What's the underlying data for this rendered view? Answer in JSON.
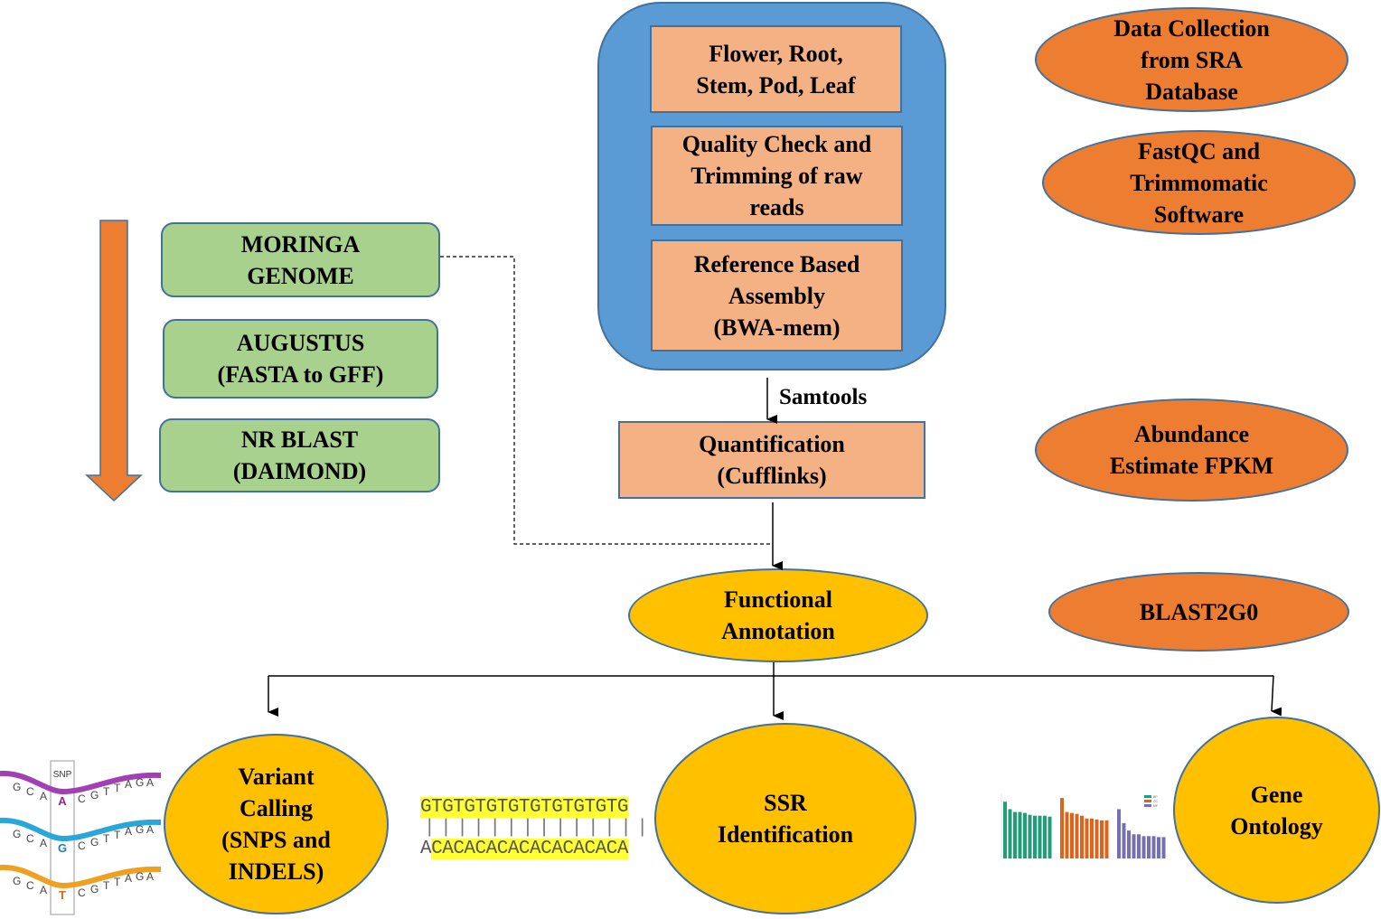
{
  "pipeline_group": {
    "steps": [
      {
        "lines": [
          "Flower, Root,",
          "Stem, Pod, Leaf"
        ]
      },
      {
        "lines": [
          "Quality Check and",
          "Trimming of raw",
          "reads"
        ]
      },
      {
        "lines": [
          "Reference Based",
          "Assembly",
          "(BWA-mem)"
        ]
      }
    ]
  },
  "samtools_label": "Samtools",
  "quantification": {
    "lines": [
      "Quantification",
      "(Cufflinks)"
    ]
  },
  "functional_annotation": {
    "lines": [
      "Functional",
      "Annotation"
    ]
  },
  "genome_steps": [
    {
      "lines": [
        "MORINGA",
        "GENOME"
      ]
    },
    {
      "lines": [
        "AUGUSTUS",
        "(FASTA to GFF)"
      ]
    },
    {
      "lines": [
        "NR BLAST",
        "(DAIMOND)"
      ]
    }
  ],
  "tools": [
    {
      "lines": [
        "Data Collection",
        "from SRA",
        "Database"
      ]
    },
    {
      "lines": [
        "FastQC and",
        "Trimmomatic",
        "Software"
      ]
    },
    {
      "lines": [
        "Abundance",
        "Estimate FPKM"
      ]
    },
    {
      "lines": [
        "BLAST2G0"
      ]
    }
  ],
  "outputs": [
    {
      "lines": [
        "Variant",
        "Calling",
        "(SNPS and",
        "INDELS)"
      ]
    },
    {
      "lines": [
        "SSR",
        "Identification"
      ]
    },
    {
      "lines": [
        "Gene",
        "Ontology"
      ]
    }
  ],
  "snp_illustration": {
    "label": "SNP",
    "prefix": [
      "G",
      "C",
      "A"
    ],
    "suffix": [
      "C",
      "G",
      "T",
      "T",
      "A",
      "G",
      "A"
    ],
    "rows": [
      {
        "base": "A",
        "color": "#8b2a8b",
        "ribbon": "#a23fb5"
      },
      {
        "base": "G",
        "color": "#2b7bb9",
        "ribbon": "#2aa6d8"
      },
      {
        "base": "T",
        "color": "#d2691e",
        "ribbon": "#f0a020"
      }
    ]
  },
  "ssr_illustration": {
    "top": "GTGTGTGTGTGTGTGTGTG",
    "bottom_prefix": "A",
    "bottom": "CACACACACACACACACA",
    "ticks": "|||||||||||||||||"
  },
  "go_chart": {
    "series": [
      {
        "name": "BP",
        "color": "#1f9e77",
        "values": [
          6.1,
          5.3,
          5.0,
          5.0,
          4.9,
          4.7,
          4.6,
          4.6,
          4.6,
          4.5
        ]
      },
      {
        "name": "CC",
        "color": "#e0631b",
        "values": [
          6.5,
          5.0,
          4.9,
          4.8,
          4.6,
          4.3,
          4.3,
          4.2,
          4.1,
          4.1
        ]
      },
      {
        "name": "MF",
        "color": "#7570b3",
        "values": [
          5.3,
          3.8,
          3.0,
          2.6,
          2.6,
          2.4,
          2.4,
          2.4,
          2.3,
          2.3
        ]
      }
    ]
  },
  "colors": {
    "blue_group": "#5b9bd5",
    "peach": "#f4b183",
    "green": "#a9d18e",
    "orange": "#ed7d31",
    "yellow": "#ffc000",
    "border": "#41719c"
  }
}
